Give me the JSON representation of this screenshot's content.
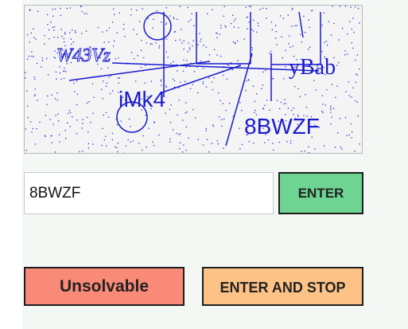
{
  "captcha": {
    "image_name": "captcha-image",
    "text_fragments": [
      "W43Vz",
      "yBab",
      "iMk4",
      "8BWZF"
    ]
  },
  "answer": {
    "value": "8BWZF",
    "placeholder": ""
  },
  "buttons": {
    "enter": "ENTER",
    "unsolvable": "Unsolvable",
    "enter_and_stop": "ENTER AND STOP"
  },
  "colors": {
    "enter": "#6ed491",
    "unsolvable": "#fa8a78",
    "enter_and_stop": "#fdc386",
    "captcha_ink": "#1414c8",
    "panel_bg": "#f3f8f5"
  }
}
